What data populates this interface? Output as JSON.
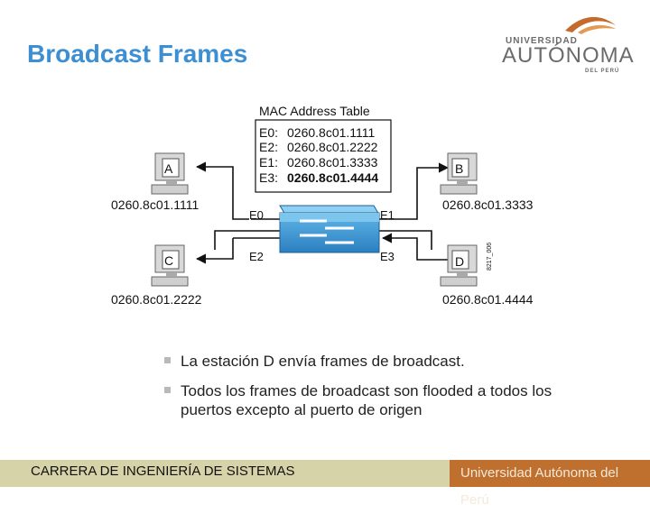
{
  "title": "Broadcast Frames",
  "logo": {
    "line1": "UNIVERSIDAD",
    "line2": "AUTÓNOMA",
    "line3": "DEL PERÚ"
  },
  "diagram": {
    "mac_table": {
      "title": "MAC Address Table",
      "rows": [
        {
          "port": "E0:",
          "mac": "0260.8c01.1111",
          "bold": false
        },
        {
          "port": "E2:",
          "mac": "0260.8c01.2222",
          "bold": false
        },
        {
          "port": "E1:",
          "mac": "0260.8c01.3333",
          "bold": false
        },
        {
          "port": "E3:",
          "mac": "0260.8c01.4444",
          "bold": true
        }
      ]
    },
    "hosts": {
      "a": {
        "label": "A",
        "mac": "0260.8c01.1111"
      },
      "b": {
        "label": "B",
        "mac": "0260.8c01.3333"
      },
      "c": {
        "label": "C",
        "mac": "0260.8c01.2222"
      },
      "d": {
        "label": "D",
        "mac": "0260.8c01.4444"
      }
    },
    "ports": {
      "e0": "E0",
      "e1": "E1",
      "e2": "E2",
      "e3": "E3"
    },
    "figure_id": "8217_006"
  },
  "bullets": [
    "La estación D envía frames de broadcast.",
    "Todos los frames de broadcast son flooded a todos los puertos excepto al puerto de origen"
  ],
  "footer": {
    "left": "CARRERA DE INGENIERÍA DE SISTEMAS",
    "right": "Universidad Autónoma del Perú"
  }
}
